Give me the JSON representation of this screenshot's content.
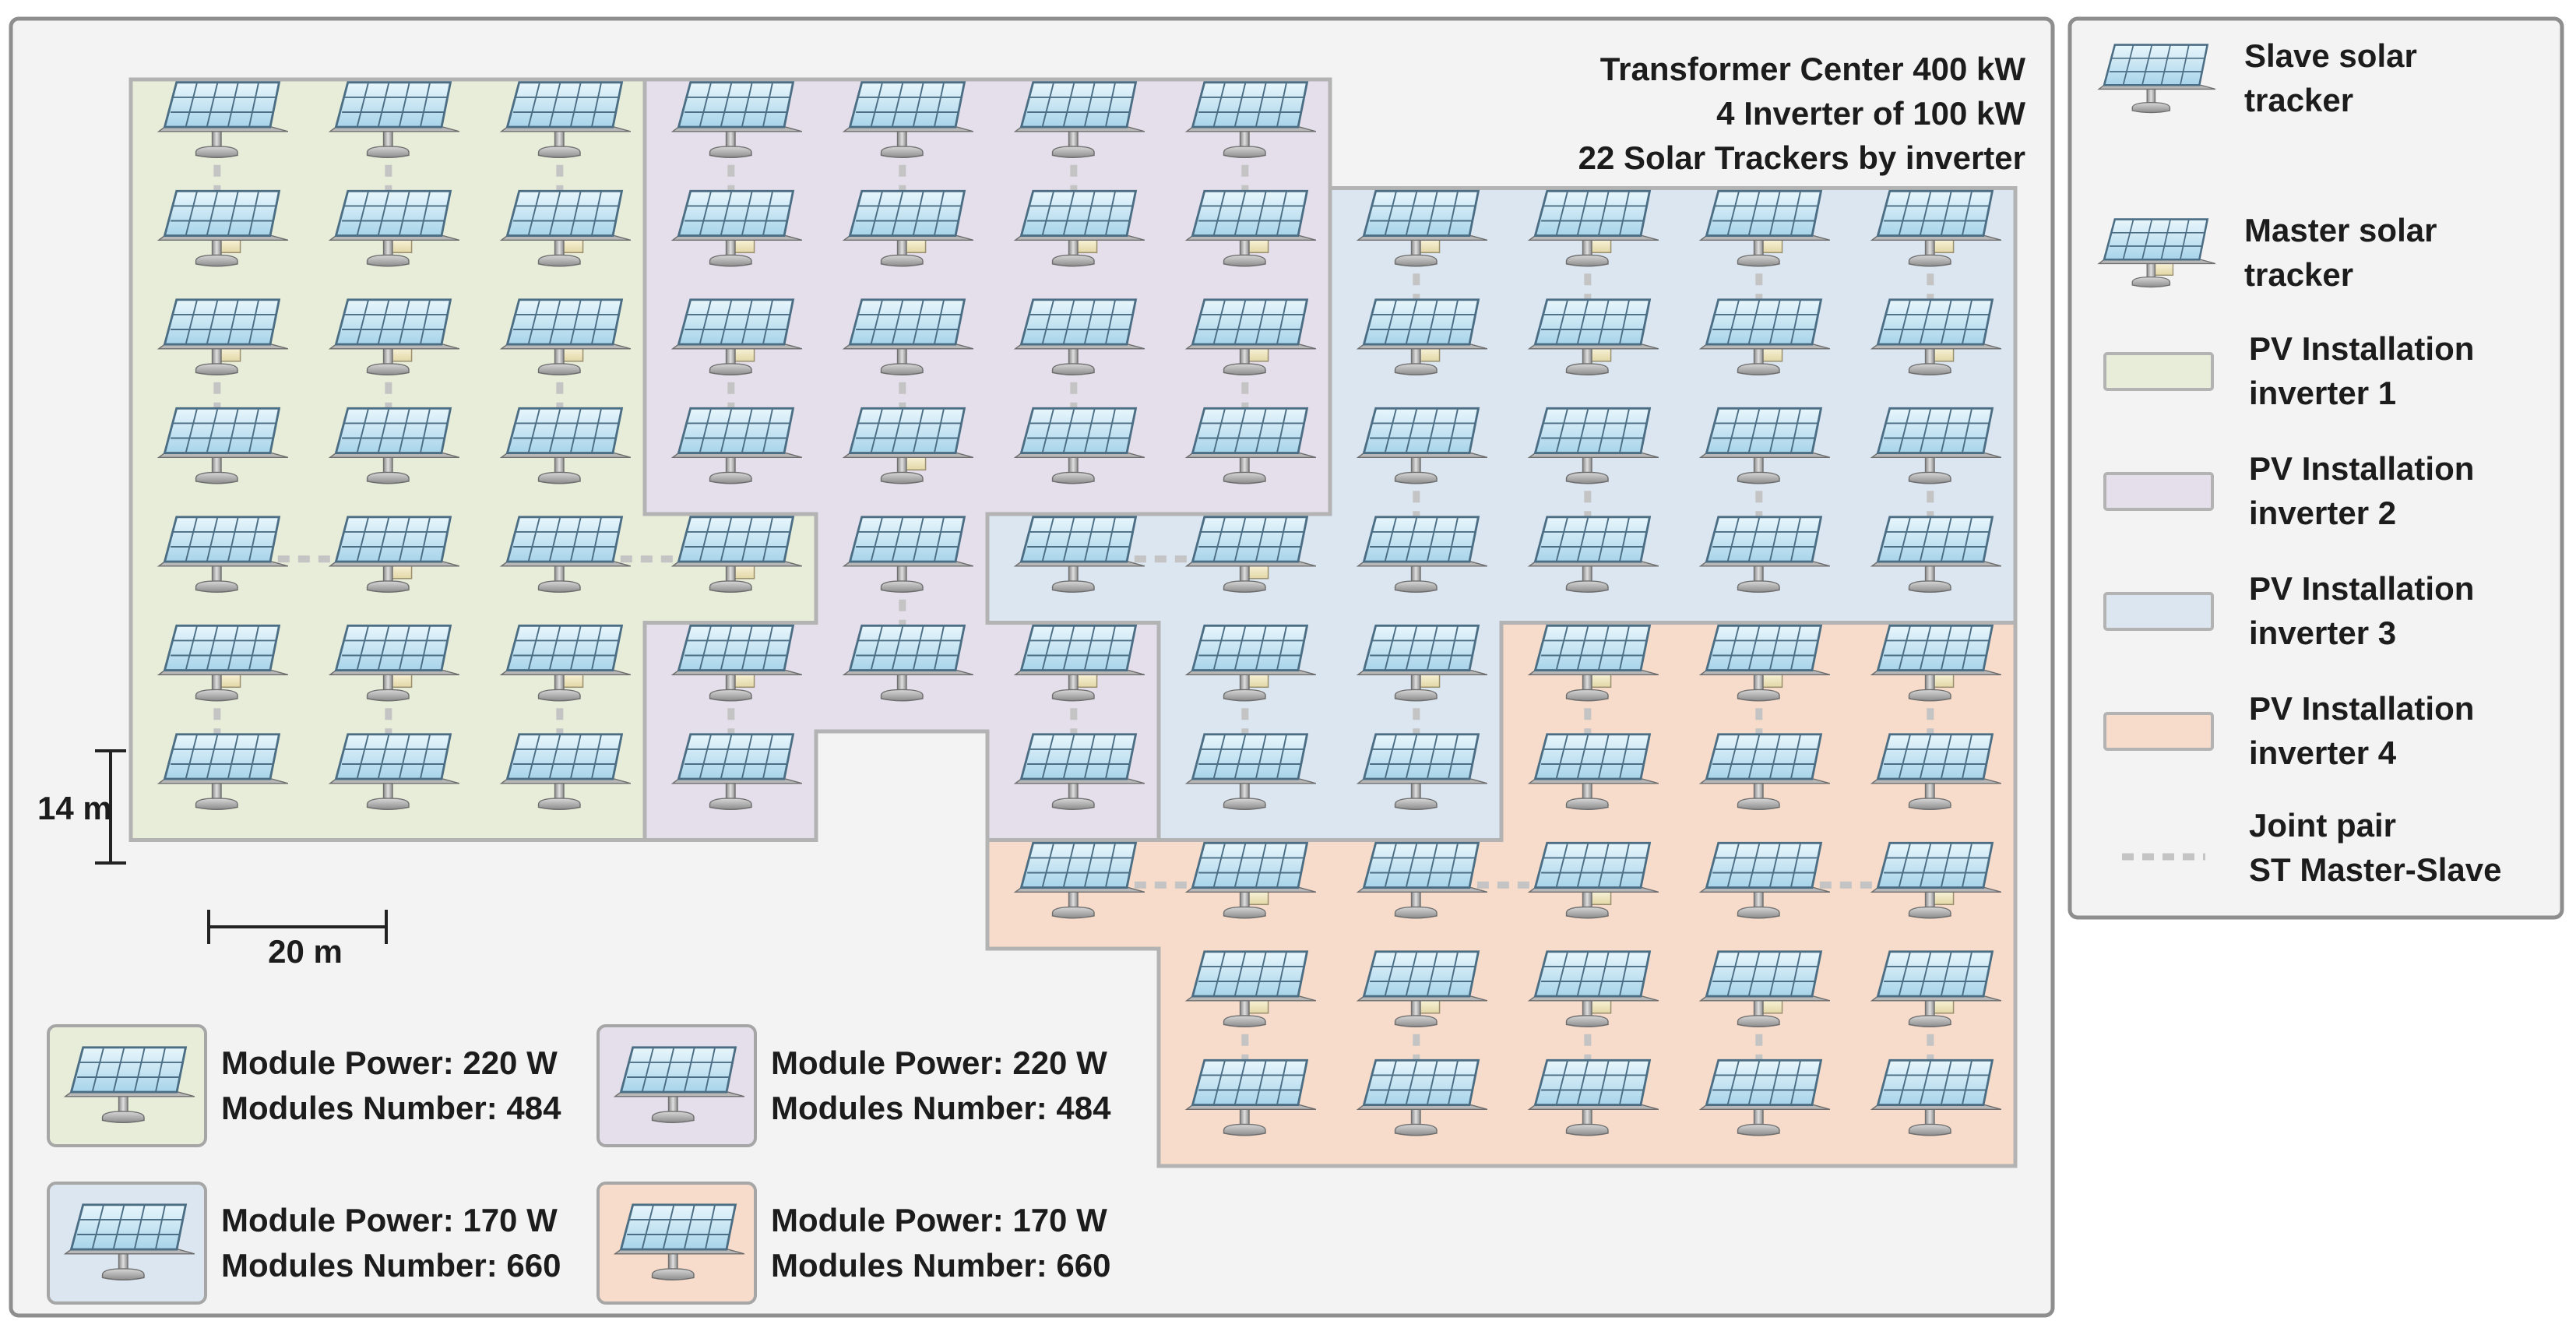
{
  "header_lines": [
    "Transformer Center 400 kW",
    "4 Inverter of 100 kW",
    "22 Solar Trackers by inverter"
  ],
  "scale": {
    "vertical": "14 m",
    "horizontal": "20 m"
  },
  "colors": {
    "inverter_1": "#e8edd9",
    "inverter_2": "#e5dfec",
    "inverter_3": "#dbe6f1",
    "inverter_4": "#f7dccb",
    "joint_pair": "#c4c4c4",
    "panel": "#cfe8f5",
    "frame": "#d0d0d0"
  },
  "legend": [
    {
      "type": "slave",
      "lines": [
        "Slave solar",
        "tracker"
      ]
    },
    {
      "type": "master",
      "lines": [
        "Master solar",
        "tracker"
      ]
    },
    {
      "type": "inverter_1",
      "lines": [
        "PV Installation",
        "inverter 1"
      ]
    },
    {
      "type": "inverter_2",
      "lines": [
        "PV Installation",
        "inverter 2"
      ]
    },
    {
      "type": "inverter_3",
      "lines": [
        "PV Installation",
        "inverter 3"
      ]
    },
    {
      "type": "inverter_4",
      "lines": [
        "PV Installation",
        "inverter 4"
      ]
    },
    {
      "type": "joint",
      "lines": [
        "Joint pair",
        "ST Master-Slave"
      ]
    }
  ],
  "info_boxes": [
    {
      "inverter": "inverter_1",
      "power": "Module Power: 220 W",
      "modules": "Modules Number: 484"
    },
    {
      "inverter": "inverter_2",
      "power": "Module Power: 220 W",
      "modules": "Modules Number: 484"
    },
    {
      "inverter": "inverter_3",
      "power": "Module Power: 170 W",
      "modules": "Modules Number: 660"
    },
    {
      "inverter": "inverter_4",
      "power": "Module Power: 170 W",
      "modules": "Modules Number: 660"
    }
  ],
  "grid": {
    "columns": 11,
    "rows": 10
  },
  "zones": [
    {
      "inverter": "inverter_1",
      "cells": [
        [
          0,
          0
        ],
        [
          1,
          0
        ],
        [
          2,
          0
        ],
        [
          0,
          1
        ],
        [
          1,
          1
        ],
        [
          2,
          1
        ],
        [
          0,
          2
        ],
        [
          1,
          2
        ],
        [
          2,
          2
        ],
        [
          0,
          3
        ],
        [
          1,
          3
        ],
        [
          2,
          3
        ],
        [
          0,
          4
        ],
        [
          1,
          4
        ],
        [
          2,
          4
        ],
        [
          3,
          4
        ],
        [
          0,
          5
        ],
        [
          1,
          5
        ],
        [
          2,
          5
        ],
        [
          0,
          6
        ],
        [
          1,
          6
        ],
        [
          2,
          6
        ]
      ]
    },
    {
      "inverter": "inverter_2",
      "cells": [
        [
          3,
          0
        ],
        [
          4,
          0
        ],
        [
          5,
          0
        ],
        [
          6,
          0
        ],
        [
          3,
          1
        ],
        [
          4,
          1
        ],
        [
          5,
          1
        ],
        [
          6,
          1
        ],
        [
          3,
          2
        ],
        [
          4,
          2
        ],
        [
          5,
          2
        ],
        [
          6,
          2
        ],
        [
          3,
          3
        ],
        [
          4,
          3
        ],
        [
          5,
          3
        ],
        [
          6,
          3
        ],
        [
          4,
          4
        ],
        [
          3,
          5
        ],
        [
          4,
          5
        ],
        [
          5,
          5
        ],
        [
          3,
          6
        ],
        [
          5,
          6
        ]
      ]
    },
    {
      "inverter": "inverter_3",
      "cells": [
        [
          7,
          1
        ],
        [
          8,
          1
        ],
        [
          9,
          1
        ],
        [
          10,
          1
        ],
        [
          7,
          2
        ],
        [
          8,
          2
        ],
        [
          9,
          2
        ],
        [
          10,
          2
        ],
        [
          7,
          3
        ],
        [
          8,
          3
        ],
        [
          9,
          3
        ],
        [
          10,
          3
        ],
        [
          5,
          4
        ],
        [
          6,
          4
        ],
        [
          7,
          4
        ],
        [
          8,
          4
        ],
        [
          9,
          4
        ],
        [
          10,
          4
        ],
        [
          6,
          5
        ],
        [
          7,
          5
        ],
        [
          6,
          6
        ],
        [
          7,
          6
        ]
      ]
    },
    {
      "inverter": "inverter_4",
      "cells": [
        [
          8,
          5
        ],
        [
          9,
          5
        ],
        [
          10,
          5
        ],
        [
          8,
          6
        ],
        [
          9,
          6
        ],
        [
          10,
          6
        ],
        [
          5,
          7
        ],
        [
          6,
          7
        ],
        [
          7,
          7
        ],
        [
          8,
          7
        ],
        [
          9,
          7
        ],
        [
          10,
          7
        ],
        [
          6,
          8
        ],
        [
          7,
          8
        ],
        [
          8,
          8
        ],
        [
          9,
          8
        ],
        [
          10,
          8
        ],
        [
          6,
          9
        ],
        [
          7,
          9
        ],
        [
          8,
          9
        ],
        [
          9,
          9
        ],
        [
          10,
          9
        ]
      ]
    }
  ],
  "masters": [
    [
      0,
      1
    ],
    [
      1,
      1
    ],
    [
      2,
      1
    ],
    [
      0,
      2
    ],
    [
      1,
      2
    ],
    [
      2,
      2
    ],
    [
      1,
      4
    ],
    [
      3,
      4
    ],
    [
      0,
      5
    ],
    [
      1,
      5
    ],
    [
      2,
      5
    ],
    [
      3,
      1
    ],
    [
      4,
      1
    ],
    [
      5,
      1
    ],
    [
      6,
      1
    ],
    [
      3,
      2
    ],
    [
      6,
      2
    ],
    [
      4,
      3
    ],
    [
      3,
      5
    ],
    [
      5,
      5
    ],
    [
      7,
      1
    ],
    [
      8,
      1
    ],
    [
      9,
      1
    ],
    [
      10,
      1
    ],
    [
      7,
      2
    ],
    [
      8,
      2
    ],
    [
      9,
      2
    ],
    [
      10,
      2
    ],
    [
      6,
      4
    ],
    [
      6,
      5
    ],
    [
      7,
      5
    ],
    [
      8,
      5
    ],
    [
      9,
      5
    ],
    [
      10,
      5
    ],
    [
      6,
      7
    ],
    [
      8,
      7
    ],
    [
      10,
      7
    ],
    [
      6,
      8
    ],
    [
      7,
      8
    ],
    [
      8,
      8
    ],
    [
      9,
      8
    ],
    [
      10,
      8
    ]
  ],
  "joints": [
    [
      [
        0,
        0
      ],
      [
        0,
        1
      ]
    ],
    [
      [
        1,
        0
      ],
      [
        1,
        1
      ]
    ],
    [
      [
        2,
        0
      ],
      [
        2,
        1
      ]
    ],
    [
      [
        0,
        2
      ],
      [
        0,
        3
      ]
    ],
    [
      [
        1,
        2
      ],
      [
        1,
        3
      ]
    ],
    [
      [
        2,
        2
      ],
      [
        2,
        3
      ]
    ],
    [
      [
        0,
        4
      ],
      [
        1,
        4
      ]
    ],
    [
      [
        2,
        4
      ],
      [
        3,
        4
      ]
    ],
    [
      [
        0,
        5
      ],
      [
        0,
        6
      ]
    ],
    [
      [
        1,
        5
      ],
      [
        1,
        6
      ]
    ],
    [
      [
        2,
        5
      ],
      [
        2,
        6
      ]
    ],
    [
      [
        3,
        0
      ],
      [
        3,
        1
      ]
    ],
    [
      [
        4,
        0
      ],
      [
        4,
        1
      ]
    ],
    [
      [
        5,
        0
      ],
      [
        5,
        1
      ]
    ],
    [
      [
        6,
        0
      ],
      [
        6,
        1
      ]
    ],
    [
      [
        3,
        2
      ],
      [
        3,
        3
      ]
    ],
    [
      [
        4,
        2
      ],
      [
        4,
        3
      ]
    ],
    [
      [
        5,
        2
      ],
      [
        5,
        3
      ]
    ],
    [
      [
        6,
        2
      ],
      [
        6,
        3
      ]
    ],
    [
      [
        4,
        4
      ],
      [
        4,
        5
      ]
    ],
    [
      [
        3,
        5
      ],
      [
        3,
        6
      ]
    ],
    [
      [
        5,
        5
      ],
      [
        5,
        6
      ]
    ],
    [
      [
        7,
        1
      ],
      [
        7,
        2
      ]
    ],
    [
      [
        8,
        1
      ],
      [
        8,
        2
      ]
    ],
    [
      [
        9,
        1
      ],
      [
        9,
        2
      ]
    ],
    [
      [
        10,
        1
      ],
      [
        10,
        2
      ]
    ],
    [
      [
        7,
        3
      ],
      [
        7,
        4
      ]
    ],
    [
      [
        8,
        3
      ],
      [
        8,
        4
      ]
    ],
    [
      [
        9,
        3
      ],
      [
        9,
        4
      ]
    ],
    [
      [
        10,
        3
      ],
      [
        10,
        4
      ]
    ],
    [
      [
        5,
        4
      ],
      [
        6,
        4
      ]
    ],
    [
      [
        6,
        5
      ],
      [
        6,
        6
      ]
    ],
    [
      [
        7,
        5
      ],
      [
        7,
        6
      ]
    ],
    [
      [
        8,
        5
      ],
      [
        8,
        6
      ]
    ],
    [
      [
        9,
        5
      ],
      [
        9,
        6
      ]
    ],
    [
      [
        10,
        5
      ],
      [
        10,
        6
      ]
    ],
    [
      [
        5,
        7
      ],
      [
        6,
        7
      ]
    ],
    [
      [
        7,
        7
      ],
      [
        8,
        7
      ]
    ],
    [
      [
        9,
        7
      ],
      [
        10,
        7
      ]
    ],
    [
      [
        6,
        8
      ],
      [
        6,
        9
      ]
    ],
    [
      [
        7,
        8
      ],
      [
        7,
        9
      ]
    ],
    [
      [
        8,
        8
      ],
      [
        8,
        9
      ]
    ],
    [
      [
        9,
        8
      ],
      [
        9,
        9
      ]
    ],
    [
      [
        10,
        8
      ],
      [
        10,
        9
      ]
    ]
  ]
}
